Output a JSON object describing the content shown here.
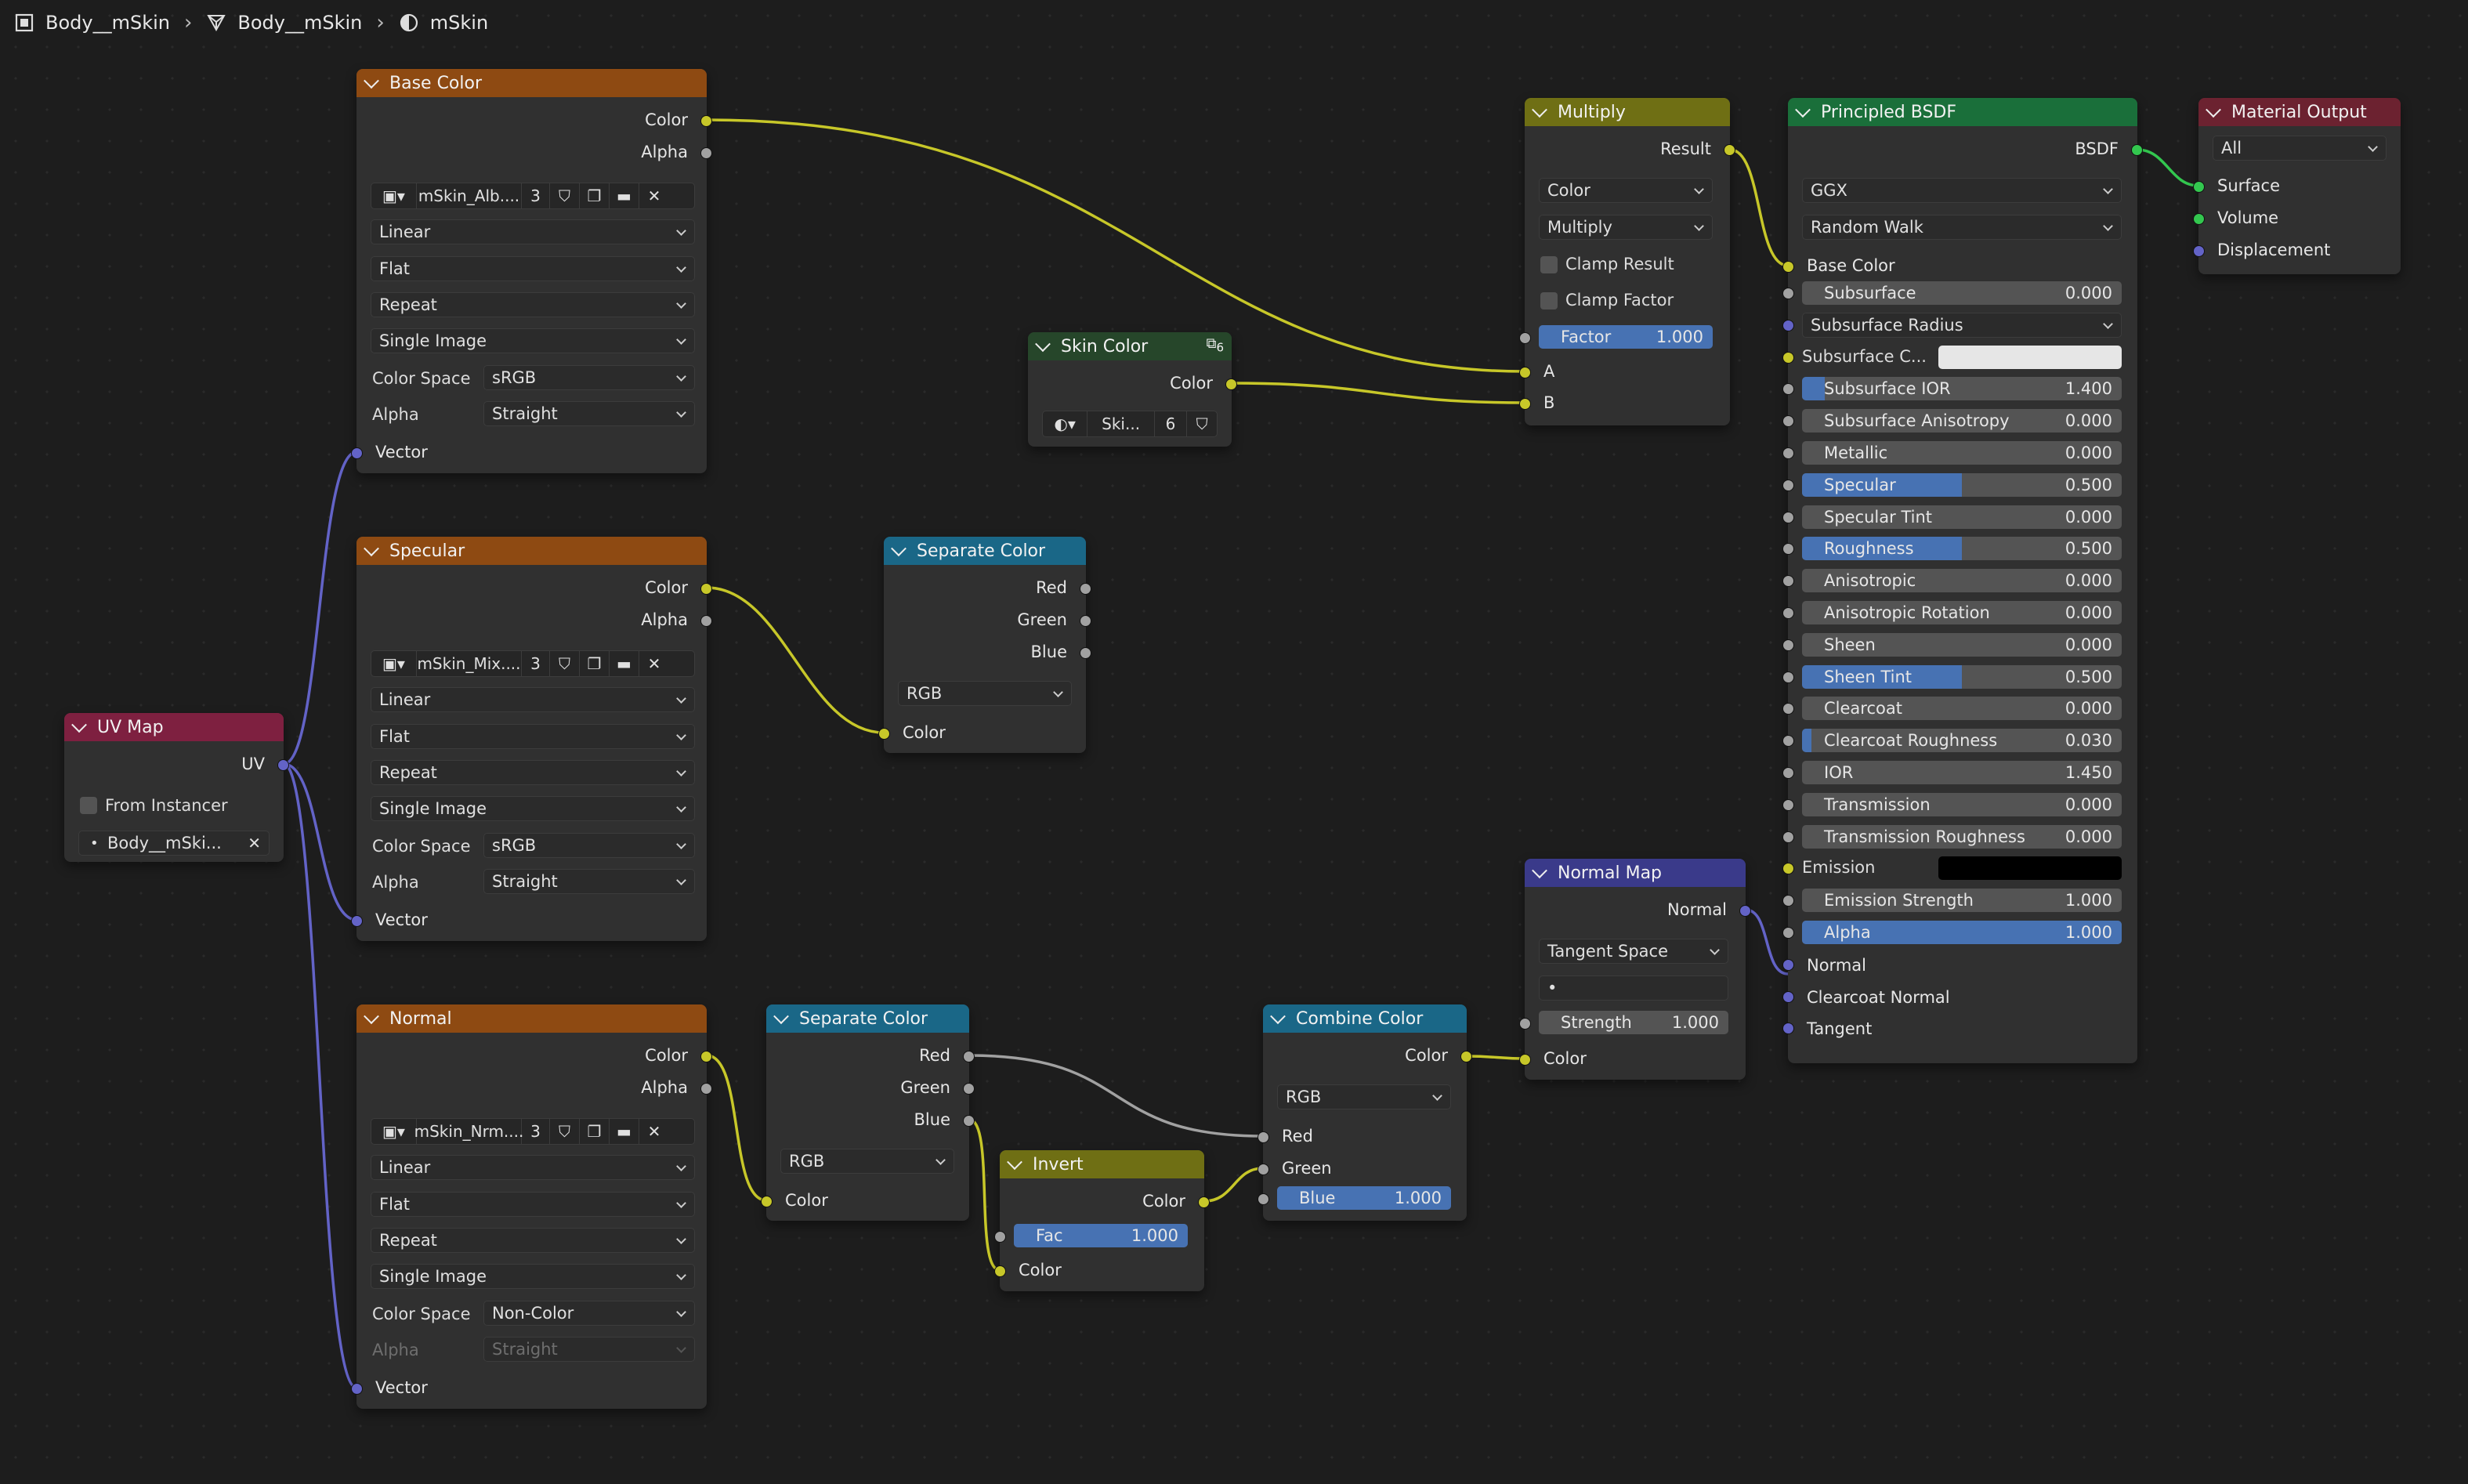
{
  "breadcrumb": {
    "object": "Body__mSkin",
    "mesh": "Body__mSkin",
    "material": "mSkin"
  },
  "nodes": {
    "base_color": {
      "title": "Base Color",
      "out_color": "Color",
      "out_alpha": "Alpha",
      "image": "mSkin_Alb....",
      "users": "3",
      "interpolation": "Linear",
      "projection": "Flat",
      "extension": "Repeat",
      "source": "Single Image",
      "color_space_label": "Color Space",
      "color_space": "sRGB",
      "alpha_label": "Alpha",
      "alpha": "Straight",
      "in_vector": "Vector"
    },
    "specular_tex": {
      "title": "Specular",
      "out_color": "Color",
      "out_alpha": "Alpha",
      "image": "mSkin_Mix....",
      "users": "3",
      "interpolation": "Linear",
      "projection": "Flat",
      "extension": "Repeat",
      "source": "Single Image",
      "color_space_label": "Color Space",
      "color_space": "sRGB",
      "alpha_label": "Alpha",
      "alpha": "Straight",
      "in_vector": "Vector"
    },
    "normal_tex": {
      "title": "Normal",
      "out_color": "Color",
      "out_alpha": "Alpha",
      "image": "mSkin_Nrm....",
      "users": "3",
      "interpolation": "Linear",
      "projection": "Flat",
      "extension": "Repeat",
      "source": "Single Image",
      "color_space_label": "Color Space",
      "color_space": "Non-Color",
      "alpha_label": "Alpha",
      "alpha": "Straight",
      "in_vector": "Vector"
    },
    "uv_map": {
      "title": "UV Map",
      "out_uv": "UV",
      "from_instancer": "From Instancer",
      "uv_name": "Body__mSki..."
    },
    "skin_color": {
      "title": "Skin Color",
      "badge": "6",
      "out_color": "Color",
      "group_name": "Ski...",
      "users": "6"
    },
    "separate_color_1": {
      "title": "Separate Color",
      "out_red": "Red",
      "out_green": "Green",
      "out_blue": "Blue",
      "mode": "RGB",
      "in_color": "Color"
    },
    "separate_color_2": {
      "title": "Separate Color",
      "out_red": "Red",
      "out_green": "Green",
      "out_blue": "Blue",
      "mode": "RGB",
      "in_color": "Color"
    },
    "invert": {
      "title": "Invert",
      "out_color": "Color",
      "fac_label": "Fac",
      "fac": "1.000",
      "in_color": "Color"
    },
    "combine_color": {
      "title": "Combine Color",
      "out_color": "Color",
      "mode": "RGB",
      "in_red": "Red",
      "in_green": "Green",
      "blue_label": "Blue",
      "blue": "1.000"
    },
    "multiply": {
      "title": "Multiply",
      "out_result": "Result",
      "data_type": "Color",
      "blend": "Multiply",
      "clamp_result": "Clamp Result",
      "clamp_factor": "Clamp Factor",
      "factor_label": "Factor",
      "factor": "1.000",
      "in_a": "A",
      "in_b": "B"
    },
    "normal_map": {
      "title": "Normal Map",
      "out_normal": "Normal",
      "space": "Tangent Space",
      "uv": "•",
      "strength_label": "Strength",
      "strength": "1.000",
      "in_color": "Color"
    },
    "principled": {
      "title": "Principled BSDF",
      "out_bsdf": "BSDF",
      "distribution": "GGX",
      "subsurface_method": "Random Walk",
      "base_color": "Base Color",
      "inputs": [
        {
          "label": "Subsurface",
          "value": "0.000",
          "fill": 0
        },
        {
          "label": "Subsurface IOR",
          "value": "1.400",
          "fill": 0.07
        },
        {
          "label": "Subsurface Anisotropy",
          "value": "0.000",
          "fill": 0
        },
        {
          "label": "Metallic",
          "value": "0.000",
          "fill": 0
        },
        {
          "label": "Specular",
          "value": "0.500",
          "fill": 0.5
        },
        {
          "label": "Specular Tint",
          "value": "0.000",
          "fill": 0
        },
        {
          "label": "Roughness",
          "value": "0.500",
          "fill": 0.5
        },
        {
          "label": "Anisotropic",
          "value": "0.000",
          "fill": 0
        },
        {
          "label": "Anisotropic Rotation",
          "value": "0.000",
          "fill": 0
        },
        {
          "label": "Sheen",
          "value": "0.000",
          "fill": 0
        },
        {
          "label": "Sheen Tint",
          "value": "0.500",
          "fill": 0.5
        },
        {
          "label": "Clearcoat",
          "value": "0.000",
          "fill": 0
        },
        {
          "label": "Clearcoat Roughness",
          "value": "0.030",
          "fill": 0.03
        },
        {
          "label": "IOR",
          "value": "1.450",
          "fill": 0
        },
        {
          "label": "Transmission",
          "value": "0.000",
          "fill": 0
        },
        {
          "label": "Transmission Roughness",
          "value": "0.000",
          "fill": 0
        }
      ],
      "subsurface_radius": "Subsurface Radius",
      "subsurface_color": "Subsurface C...",
      "emission": "Emission",
      "emission_strength_label": "Emission Strength",
      "emission_strength": "1.000",
      "alpha_label": "Alpha",
      "alpha": "1.000",
      "in_normal": "Normal",
      "in_clearcoat_normal": "Clearcoat Normal",
      "in_tangent": "Tangent"
    },
    "material_output": {
      "title": "Material Output",
      "target": "All",
      "in_surface": "Surface",
      "in_volume": "Volume",
      "in_displacement": "Displacement"
    }
  },
  "colors": {
    "texture_header": "#8e4a12",
    "converter_header": "#1a6787",
    "color_header": "#6f6f14",
    "shader_header": "#1a6f3a",
    "output_header": "#6c2230",
    "input_header": "#7e2040",
    "group_header": "#26462a",
    "vector_header": "#3a3a8a",
    "color_socket": "#c7c729",
    "float_socket": "#a1a1a1",
    "vector_socket": "#6363c7",
    "shader_socket": "#33c74f",
    "slider_fill": "#4772b3"
  }
}
